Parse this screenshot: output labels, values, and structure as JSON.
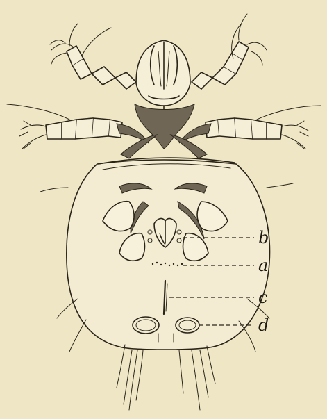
{
  "figure": {
    "labels": {
      "a": "a",
      "b": "b",
      "c": "c",
      "d": "d"
    }
  }
}
